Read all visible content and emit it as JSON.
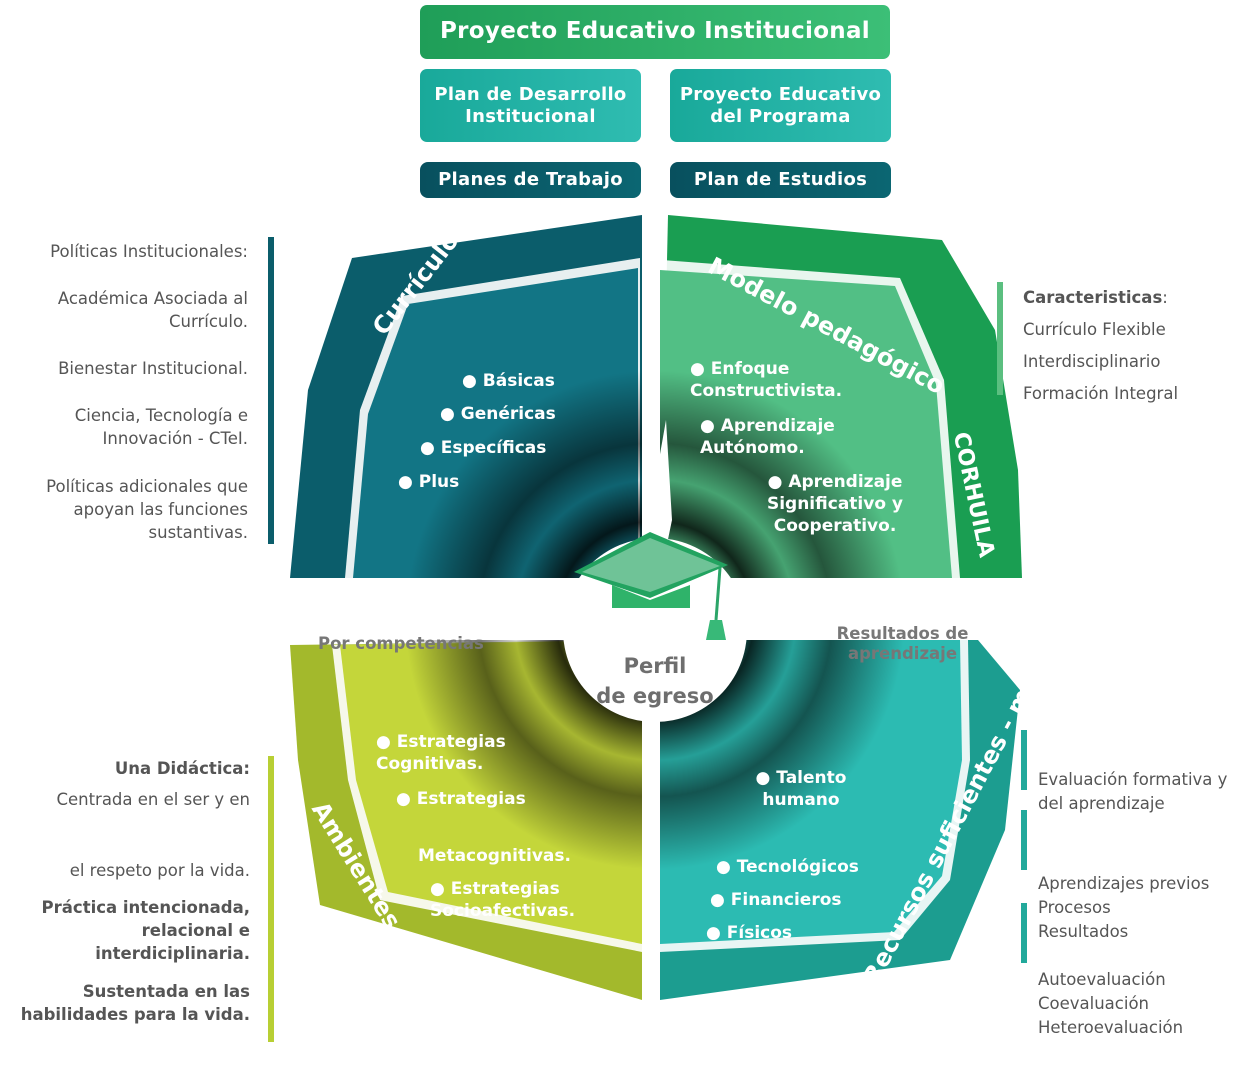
{
  "top": {
    "pei": "Proyecto Educativo Institucional",
    "pdi": "Plan de Desarrollo Institucional",
    "pep": "Proyecto Educativo del Programa",
    "planes_trabajo": "Planes de Trabajo",
    "plan_estudios": "Plan de Estudios"
  },
  "quadrants": {
    "curriculo": {
      "title": "Currículo",
      "items": [
        "Básicas",
        "Genéricas",
        "Específicas",
        "Plus"
      ]
    },
    "modelo": {
      "title": "Modelo pedagógico",
      "corhuila": "CORHUILA",
      "items": [
        "Enfoque Constructivista.",
        "Aprendizaje Autónomo.",
        "Aprendizaje Significativo y Cooperativo."
      ]
    },
    "ambientes": {
      "title": "Ambientes de",
      "items": [
        "Estrategias Cognitivas.",
        "Estrategias",
        "Metacognitivas.",
        "Estrategias Socioafectivas."
      ]
    },
    "recursos": {
      "title": "Recursos suficientes - metas",
      "items": [
        "Talento humano",
        "Tecnológicos",
        "Financieros",
        "Físicos"
      ]
    }
  },
  "center": {
    "perfil": "Perfil",
    "egreso": "de egreso",
    "por_competencias": "Por competencias",
    "resultados": "Resultados de aprendizaje"
  },
  "left_top": [
    "Políticas Institucionales:",
    "Académica Asociada al Currículo.",
    "Bienestar Institucional.",
    "Ciencia, Tecnología e Innovación - CTeI.",
    "Políticas adicionales que apoyan las funciones sustantivas."
  ],
  "right_top": {
    "heading": "Caracteristicas",
    "items": [
      "Currículo Flexible",
      "Interdisciplinario",
      "Formación Integral"
    ]
  },
  "left_bottom": {
    "heading": "Una Didáctica:",
    "line1": "Centrada en el ser y en",
    "line2": "el respeto por la vida.",
    "bold1": "Práctica intencionada, relacional e interdiciplinaria.",
    "bold2": "Sustentada en las habilidades para la vida."
  },
  "right_bottom": {
    "group1": "Evaluación formativa y del aprendizaje",
    "group2": [
      "Aprendizajes previos",
      "Procesos",
      "Resultados"
    ],
    "group3": [
      "Autoevaluación",
      "Coevaluación",
      "Heteroevaluación"
    ]
  },
  "colors": {
    "dark_teal": "#0b5d6b",
    "green": "#1f9e58",
    "lime": "#a3b92c",
    "teal": "#22a99b"
  }
}
